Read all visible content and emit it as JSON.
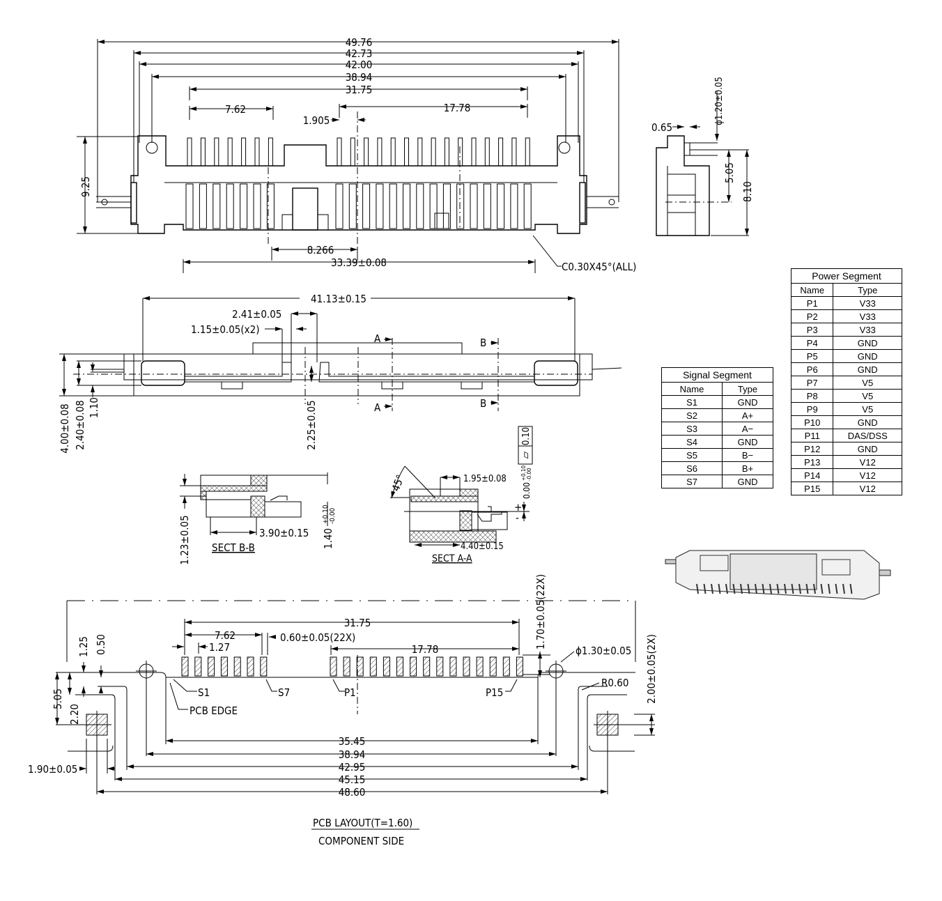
{
  "top_view": {
    "dims": [
      "49.76",
      "42.73",
      "42.00",
      "38.94",
      "31.75",
      "7.62",
      "17.78",
      "1.905",
      "9.25",
      "8.266",
      "33.39±0.08"
    ],
    "chamfer_note": "C0.30X45°(ALL)"
  },
  "end_view": {
    "dims": [
      "0.65",
      "ϕ1.20±0.05",
      "5.05",
      "8.10"
    ]
  },
  "side_view": {
    "dims": [
      "41.13±0.15",
      "2.41±0.05",
      "1.15±0.05(x2)",
      "4.00±0.08",
      "2.40±0.08",
      "1.10",
      "2.25±0.05"
    ],
    "section_marks": [
      "A",
      "A",
      "B",
      "B"
    ]
  },
  "sect_bb": {
    "title": "SECT B-B",
    "dims": [
      "1.23±0.05",
      "3.90±0.15",
      "1.40",
      "+0.10",
      "-0.00"
    ]
  },
  "sect_aa": {
    "title": "SECT A-A",
    "dims": [
      "45°",
      "1.95±0.08",
      "4.40±0.15",
      "0.00",
      "+0.10",
      "-0.00",
      "+",
      "-"
    ]
  },
  "flatness": {
    "value": "0.10",
    "symbol": "▱"
  },
  "signal_table": {
    "title": "Signal Segment",
    "headers": [
      "Name",
      "Type"
    ],
    "rows": [
      [
        "S1",
        "GND"
      ],
      [
        "S2",
        "A+"
      ],
      [
        "S3",
        "A−"
      ],
      [
        "S4",
        "GND"
      ],
      [
        "S5",
        "B−"
      ],
      [
        "S6",
        "B+"
      ],
      [
        "S7",
        "GND"
      ]
    ]
  },
  "power_table": {
    "title": "Power Segment",
    "headers": [
      "Name",
      "Type"
    ],
    "rows": [
      [
        "P1",
        "V33"
      ],
      [
        "P2",
        "V33"
      ],
      [
        "P3",
        "V33"
      ],
      [
        "P4",
        "GND"
      ],
      [
        "P5",
        "GND"
      ],
      [
        "P6",
        "GND"
      ],
      [
        "P7",
        "V5"
      ],
      [
        "P8",
        "V5"
      ],
      [
        "P9",
        "V5"
      ],
      [
        "P10",
        "GND"
      ],
      [
        "P11",
        "DAS/DSS"
      ],
      [
        "P12",
        "GND"
      ],
      [
        "P13",
        "V12"
      ],
      [
        "P14",
        "V12"
      ],
      [
        "P15",
        "V12"
      ]
    ]
  },
  "pcb_layout": {
    "dims": [
      "31.75",
      "7.62",
      "1.27",
      "0.60±0.05(22X)",
      "17.78",
      "1.70±0.05(22X)",
      "ϕ1.30±0.05",
      "2.00±0.05(2X)",
      "R0.60",
      "1.25",
      "0.50",
      "5.05",
      "2.20",
      "1.90±0.05",
      "35.45",
      "38.94",
      "42.95",
      "45.15",
      "48.60"
    ],
    "labels": [
      "S1",
      "S7",
      "P1",
      "P15",
      "PCB EDGE"
    ],
    "title": "PCB LAYOUT(T=1.60)",
    "subtitle": "COMPONENT SIDE"
  }
}
